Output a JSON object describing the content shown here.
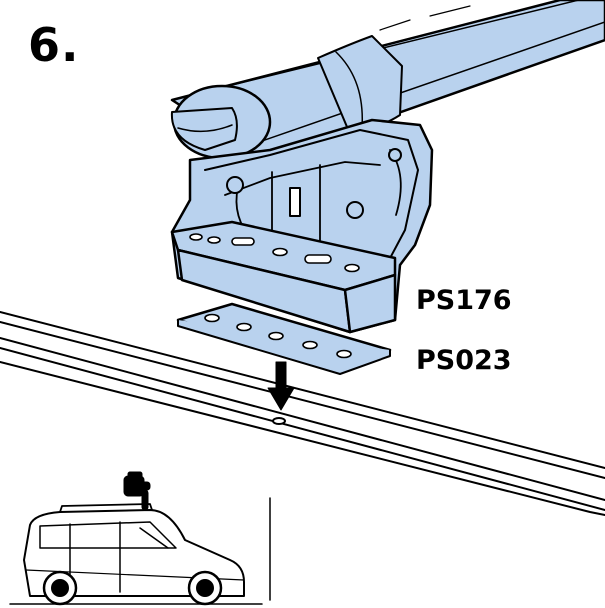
{
  "step": {
    "number": "6."
  },
  "parts": [
    {
      "code": "PS176"
    },
    {
      "code": "PS023"
    }
  ],
  "colors": {
    "part_fill": "#b9d2ee",
    "line": "#000000",
    "background": "#ffffff"
  },
  "icons": [
    "hand-pointer-icon",
    "arrow-down-icon",
    "van-icon"
  ]
}
